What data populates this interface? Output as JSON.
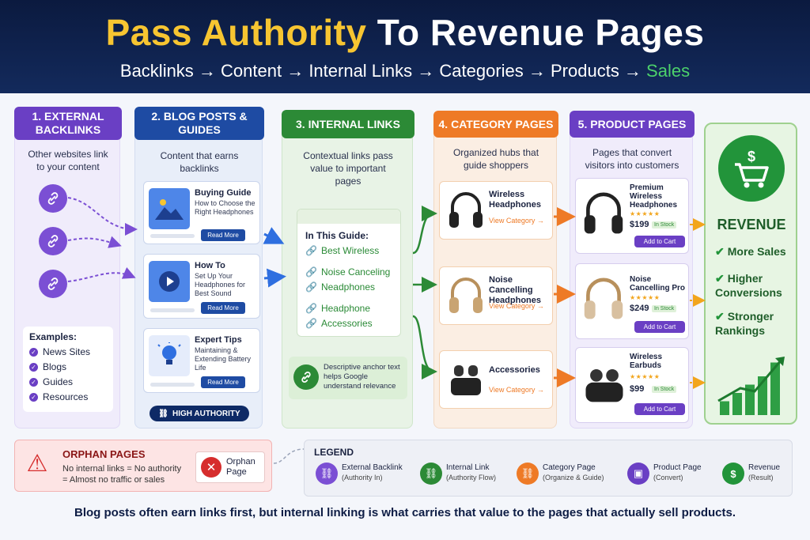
{
  "header": {
    "title_highlight": "Pass Authority",
    "title_rest": " To Revenue Pages",
    "subtitle_main": "Backlinks → Content → Internal Links → Categories → Products → ",
    "subtitle_end": "Sales"
  },
  "col1": {
    "tag": "1. EXTERNAL BACKLINKS",
    "desc": "Other websites link to your content",
    "examples_title": "Examples:",
    "examples": [
      "News Sites",
      "Blogs",
      "Guides",
      "Resources"
    ]
  },
  "col2": {
    "tag": "2. BLOG POSTS & GUIDES",
    "desc": "Content that earns backlinks",
    "cards": [
      {
        "title": "Buying Guide",
        "text": "How to Choose the Right Headphones",
        "button": "Read More"
      },
      {
        "title": "How To",
        "text": "Set Up Your Headphones for Best Sound",
        "button": "Read More"
      },
      {
        "title": "Expert Tips",
        "text": "Maintaining & Extending Battery Life",
        "button": "Read More"
      }
    ],
    "badge": "HIGH AUTHORITY"
  },
  "col3": {
    "tag": "3. INTERNAL LINKS",
    "desc": "Contextual links pass value to important pages",
    "guide_title": "In This Guide:",
    "links": [
      "Best Wireless",
      "Noise Canceling",
      "Neadphones",
      "Headphone",
      "Accessories"
    ],
    "anchor_text": "Descriptive anchor text helps Google understand relevance"
  },
  "col4": {
    "tag": "4. CATEGORY PAGES",
    "desc": "Organized hubs that guide shoppers",
    "categories": [
      {
        "title": "Wireless Headphones",
        "link": "View Category →"
      },
      {
        "title": "Noise Cancelling Headphones",
        "link": "View Category →"
      },
      {
        "title": "Accessories",
        "link": "View Category →"
      }
    ]
  },
  "col5": {
    "tag": "5. PRODUCT PAGES",
    "desc": "Pages that convert visitors into customers",
    "products": [
      {
        "title": "Premium Wireless Headphones",
        "stars": "★★★★★",
        "price": "$199",
        "stock": "In Stock",
        "button": "Add to Cart"
      },
      {
        "title": "Noise Cancelling Pro",
        "stars": "★★★★★",
        "price": "$249",
        "stock": "In Stock",
        "button": "Add to Cart"
      },
      {
        "title": "Wireless Earbuds",
        "stars": "★★★★★",
        "price": "$99",
        "stock": "In Stock",
        "button": "Add to Cart"
      }
    ]
  },
  "revenue": {
    "title": "REVENUE",
    "items": [
      "More Sales",
      "Higher Conversions",
      "Stronger Rankings"
    ],
    "chart_bars": [
      0.25,
      0.4,
      0.55,
      0.7,
      0.95
    ]
  },
  "orphan": {
    "title": "ORPHAN PAGES",
    "line1": "No internal links = No authority",
    "line2": "= Almost no traffic or sales",
    "card_label": "Orphan Page"
  },
  "legend": {
    "title": "LEGEND",
    "items": [
      {
        "name": "External Backlink",
        "sub": "(Authority In)",
        "color": "#7b4fd4",
        "icon": "link-icon"
      },
      {
        "name": "Internal Link",
        "sub": "(Authority Flow)",
        "color": "#2c8a36",
        "icon": "link-icon"
      },
      {
        "name": "Category Page",
        "sub": "(Organize & Guide)",
        "color": "#ee7a26",
        "icon": "link-icon"
      },
      {
        "name": "Product Page",
        "sub": "(Convert)",
        "color": "#6a3fc4",
        "icon": "bag-icon"
      },
      {
        "name": "Revenue",
        "sub": "(Result)",
        "color": "#22943a",
        "icon": "dollar-icon"
      }
    ]
  },
  "footer": "Blog posts often earn links first, but internal linking is what carries that value to the pages that actually sell products."
}
